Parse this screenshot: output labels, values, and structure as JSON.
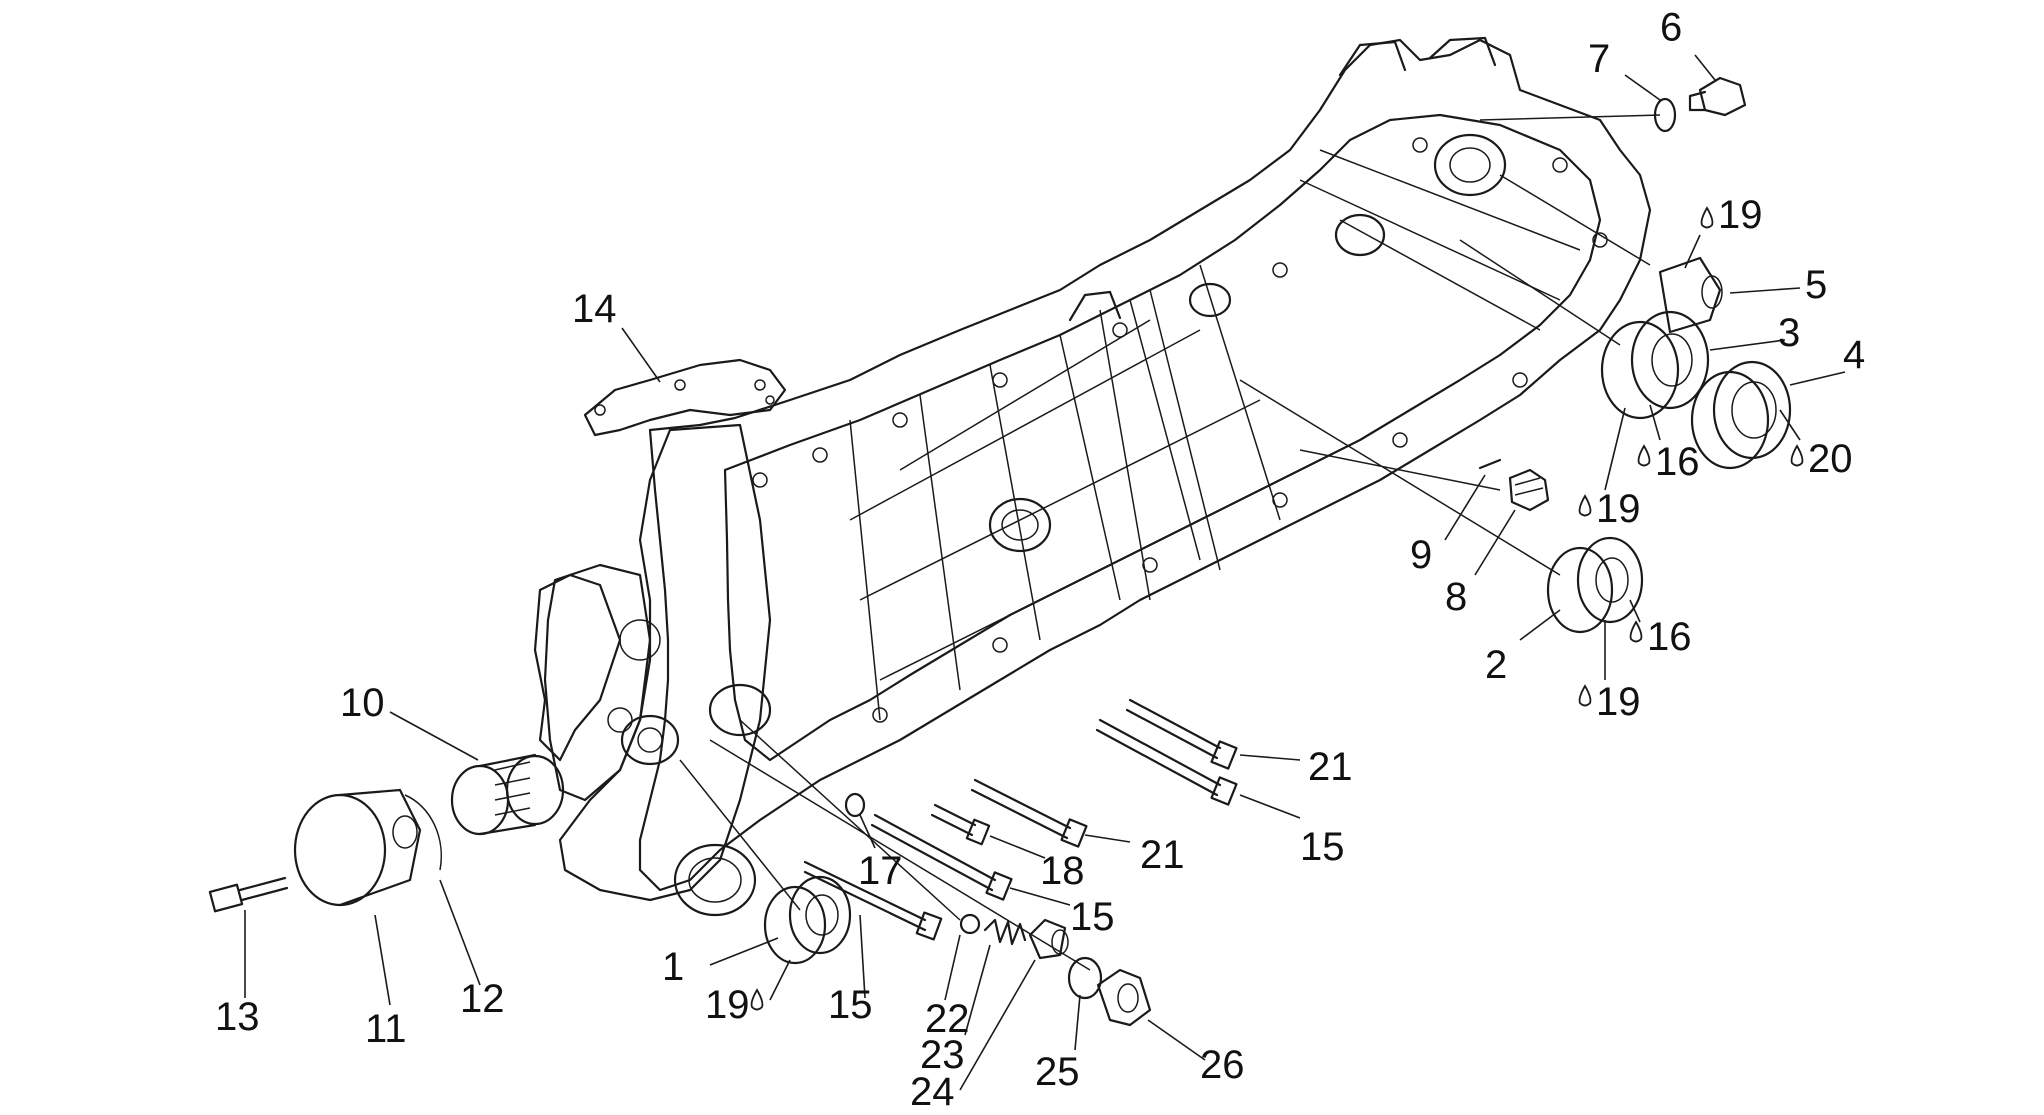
{
  "diagram": {
    "callouts": [
      {
        "id": "c6",
        "text": "6"
      },
      {
        "id": "c7",
        "text": "7"
      },
      {
        "id": "c19a",
        "text": "19"
      },
      {
        "id": "c5",
        "text": "5"
      },
      {
        "id": "c3",
        "text": "3"
      },
      {
        "id": "c4",
        "text": "4"
      },
      {
        "id": "c16a",
        "text": "16"
      },
      {
        "id": "c20",
        "text": "20"
      },
      {
        "id": "c19b",
        "text": "19"
      },
      {
        "id": "c9",
        "text": "9"
      },
      {
        "id": "c8",
        "text": "8"
      },
      {
        "id": "c16b",
        "text": "16"
      },
      {
        "id": "c2",
        "text": "2"
      },
      {
        "id": "c19c",
        "text": "19"
      },
      {
        "id": "c14",
        "text": "14"
      },
      {
        "id": "c10",
        "text": "10"
      },
      {
        "id": "c21a",
        "text": "21"
      },
      {
        "id": "c15a",
        "text": "15"
      },
      {
        "id": "c21b",
        "text": "21"
      },
      {
        "id": "c17",
        "text": "17"
      },
      {
        "id": "c18",
        "text": "18"
      },
      {
        "id": "c15b",
        "text": "15"
      },
      {
        "id": "c1",
        "text": "1"
      },
      {
        "id": "c19d",
        "text": "19"
      },
      {
        "id": "c15c",
        "text": "15"
      },
      {
        "id": "c22",
        "text": "22"
      },
      {
        "id": "c23",
        "text": "23"
      },
      {
        "id": "c24",
        "text": "24"
      },
      {
        "id": "c25",
        "text": "25"
      },
      {
        "id": "c26",
        "text": "26"
      },
      {
        "id": "c12",
        "text": "12"
      },
      {
        "id": "c11",
        "text": "11"
      },
      {
        "id": "c13",
        "text": "13"
      }
    ]
  }
}
